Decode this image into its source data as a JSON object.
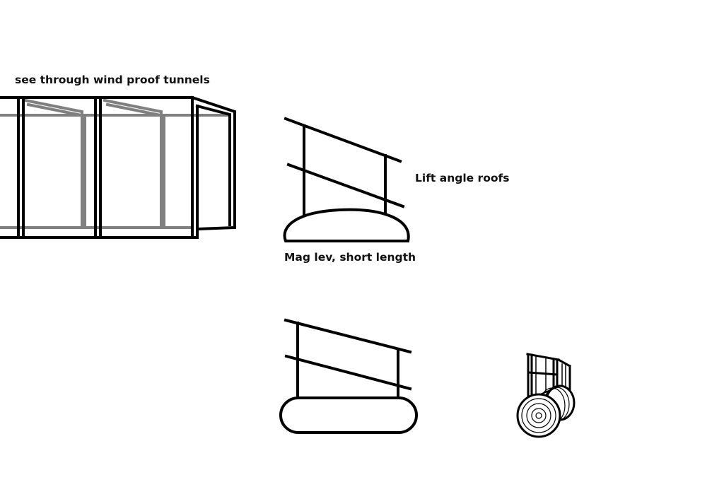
{
  "labels": {
    "tunnels": "see through wind proof tunnels",
    "roofs": "Lift angle roofs",
    "maglev": "Mag lev, short length"
  },
  "colors": {
    "ink": "#000000",
    "glass": "#808080",
    "background": "#ffffff"
  }
}
